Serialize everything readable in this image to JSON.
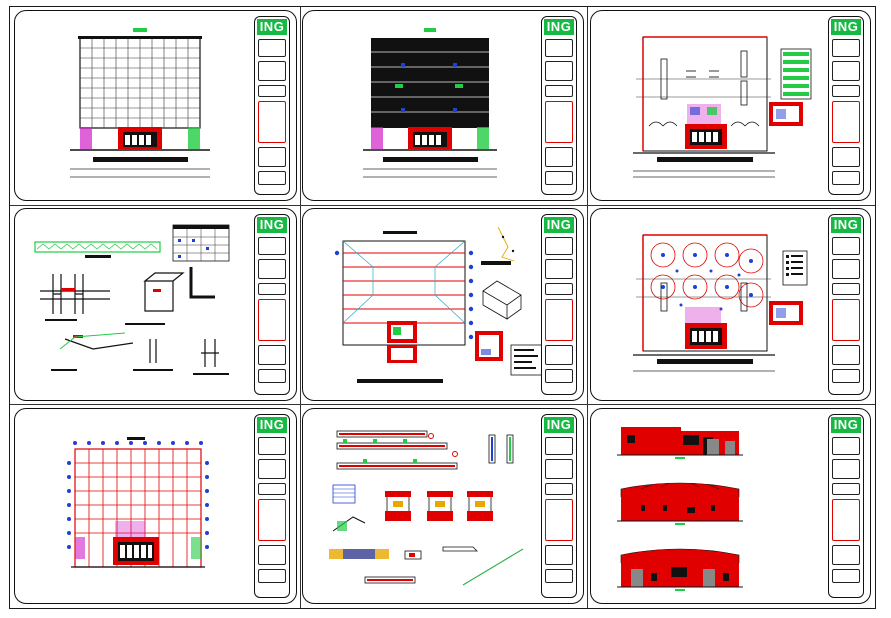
{
  "colors": {
    "border": "#111111",
    "logo_bg": "#17b844",
    "logo_text": "#ffffff",
    "accent_red": "#e00000",
    "dark_fill": "#111111",
    "blue_marks": "#1f3fd6",
    "green_marks": "#22cc44",
    "magenta_marks": "#d020c8"
  },
  "sheets": [
    {
      "logo": "ING",
      "content_icon": "building-front-elevation-icon"
    },
    {
      "logo": "ING",
      "content_icon": "dark-facade-elevation-icon"
    },
    {
      "logo": "ING",
      "content_icon": "ground-floor-plan-icon"
    },
    {
      "logo": "ING",
      "content_icon": "structural-details-icon"
    },
    {
      "logo": "ING",
      "content_icon": "roof-plan-isometric-icon"
    },
    {
      "logo": "ING",
      "content_icon": "lighting-plan-icon"
    },
    {
      "logo": "ING",
      "content_icon": "structural-grid-plan-icon"
    },
    {
      "logo": "ING",
      "content_icon": "construction-sections-icon"
    },
    {
      "logo": "ING",
      "content_icon": "warehouse-elevations-icon"
    }
  ]
}
